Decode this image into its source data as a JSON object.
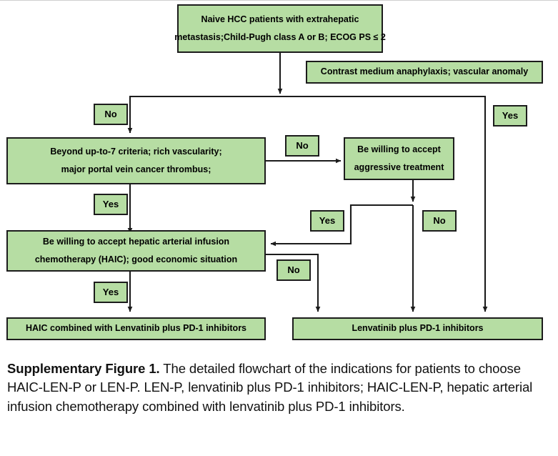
{
  "figure": {
    "type": "flowchart",
    "title": "Supplementary Figure 1",
    "background": "#ffffff",
    "node_fill": "#b6dda3",
    "node_border": "#1c1c1c",
    "edge_color": "#1c1c1c"
  },
  "nodes": {
    "start": {
      "id": "start",
      "line1": "Naive HCC patients with extrahepatic",
      "line2": "metastasis;Child-Pugh class A or B; ECOG PS ≤ 2"
    },
    "exclusion": {
      "id": "exclusion",
      "line1": "Contrast medium anaphylaxis; vascular anomaly"
    },
    "criteria": {
      "id": "criteria",
      "line1": "Beyond up-to-7 criteria; rich vascularity;",
      "line2": "major portal vein cancer thrombus;"
    },
    "aggressive": {
      "id": "aggressive",
      "line1": "Be willing to accept",
      "line2": "aggressive treatment"
    },
    "haic_willing": {
      "id": "haic_willing",
      "line1": "Be willing to accept hepatic arterial infusion",
      "line2": "chemotherapy (HAIC); good economic situation"
    },
    "outcome_haic": {
      "id": "outcome_haic",
      "line1": "HAIC combined with Lenvatinib plus PD-1 inhibitors"
    },
    "outcome_len": {
      "id": "outcome_len",
      "line1": "Lenvatinib plus PD-1 inhibitors"
    }
  },
  "edge_labels": {
    "exclusion_yes": "Yes",
    "criteria_no": "No",
    "criteria_yes": "Yes",
    "criteria_branch_no": "No",
    "aggressive_yes": "Yes",
    "aggressive_no": "No",
    "haic_yes": "Yes",
    "haic_no": "No"
  },
  "caption": {
    "bold_prefix": "Supplementary Figure 1.",
    "text": " The detailed flowchart of the indications for patients to choose HAIC-LEN-P or LEN-P.  LEN-P, lenvatinib plus PD-1 inhibitors; HAIC-LEN-P, hepatic arterial infusion chemotherapy combined with lenvatinib plus PD-1 inhibitors."
  }
}
